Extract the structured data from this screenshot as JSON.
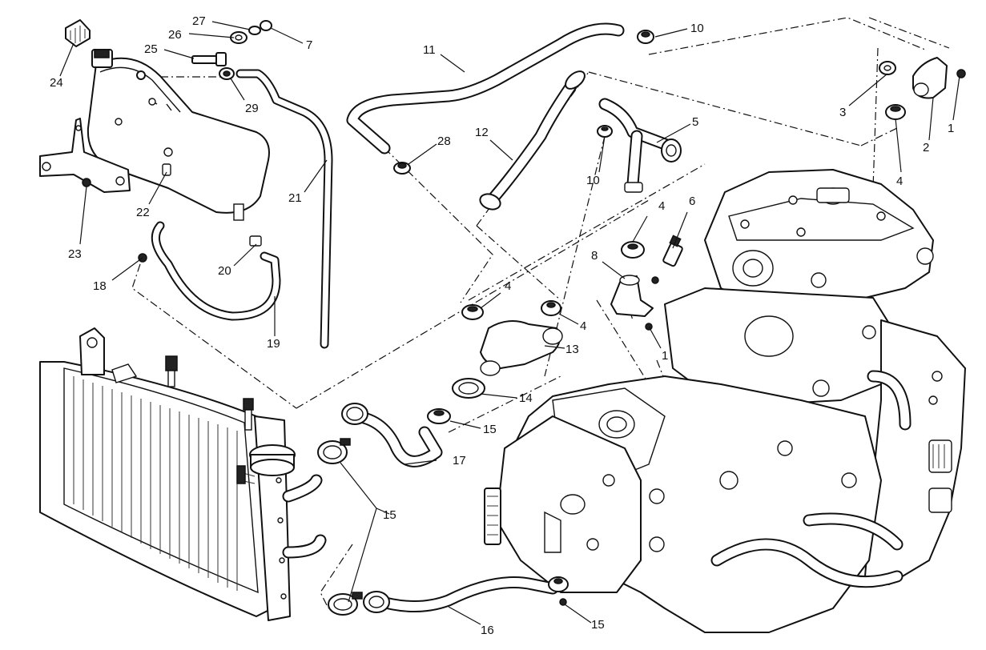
{
  "callouts": [
    {
      "id": "c1a",
      "text": "1"
    },
    {
      "id": "c1b",
      "text": "1"
    },
    {
      "id": "c2",
      "text": "2"
    },
    {
      "id": "c3",
      "text": "3"
    },
    {
      "id": "c4a",
      "text": "4"
    },
    {
      "id": "c4b",
      "text": "4"
    },
    {
      "id": "c4c",
      "text": "4"
    },
    {
      "id": "c4d",
      "text": "4"
    },
    {
      "id": "c5",
      "text": "5"
    },
    {
      "id": "c6",
      "text": "6"
    },
    {
      "id": "c7",
      "text": "7"
    },
    {
      "id": "c8",
      "text": "8"
    },
    {
      "id": "c10a",
      "text": "10"
    },
    {
      "id": "c10b",
      "text": "10"
    },
    {
      "id": "c11",
      "text": "11"
    },
    {
      "id": "c12",
      "text": "12"
    },
    {
      "id": "c13",
      "text": "13"
    },
    {
      "id": "c14",
      "text": "14"
    },
    {
      "id": "c15a",
      "text": "15"
    },
    {
      "id": "c15b",
      "text": "15"
    },
    {
      "id": "c15c",
      "text": "15"
    },
    {
      "id": "c16",
      "text": "16"
    },
    {
      "id": "c17",
      "text": "17"
    },
    {
      "id": "c18",
      "text": "18"
    },
    {
      "id": "c19",
      "text": "19"
    },
    {
      "id": "c20",
      "text": "20"
    },
    {
      "id": "c21",
      "text": "21"
    },
    {
      "id": "c22",
      "text": "22"
    },
    {
      "id": "c23",
      "text": "23"
    },
    {
      "id": "c24",
      "text": "24"
    },
    {
      "id": "c25",
      "text": "25"
    },
    {
      "id": "c26",
      "text": "26"
    },
    {
      "id": "c27",
      "text": "27"
    },
    {
      "id": "c28",
      "text": "28"
    },
    {
      "id": "c29",
      "text": "29"
    }
  ]
}
